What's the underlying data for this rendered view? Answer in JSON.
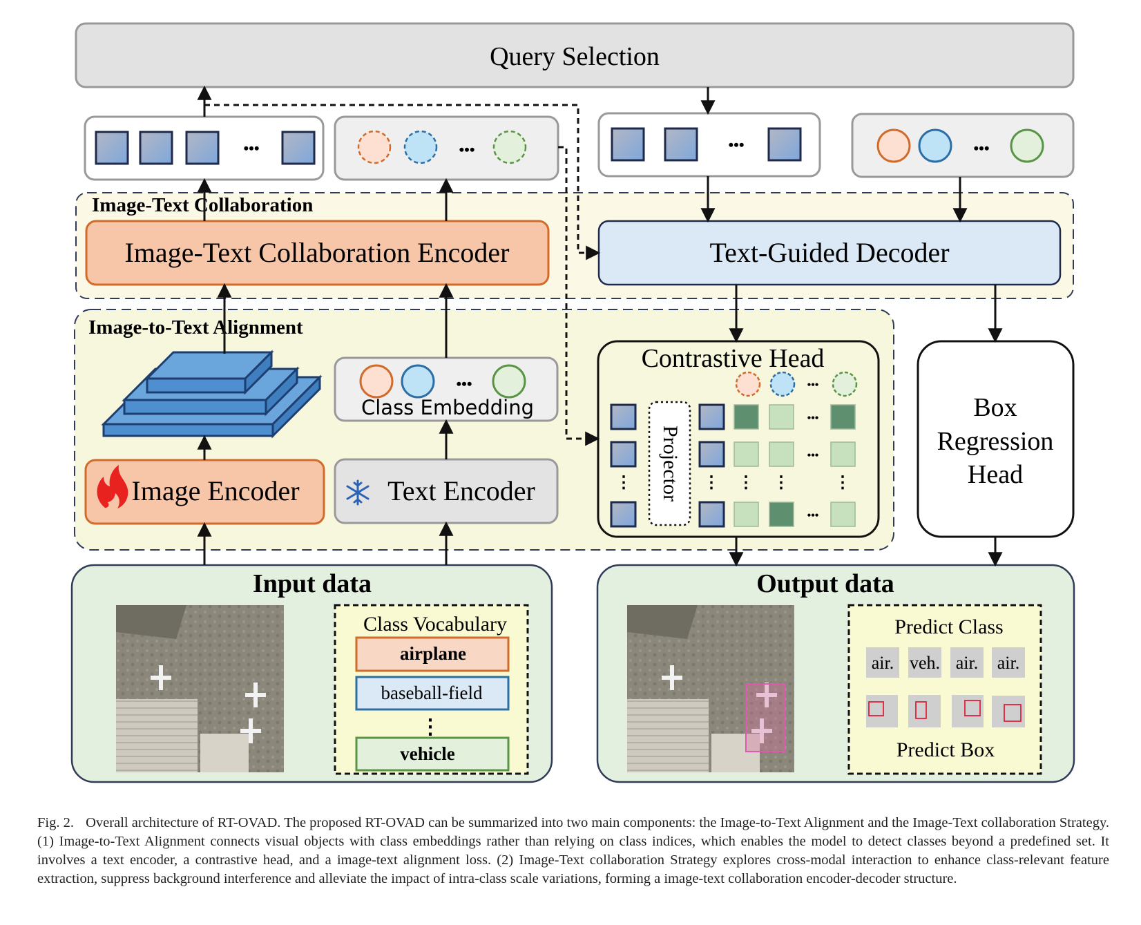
{
  "diagram": {
    "query_selection": "Query Selection",
    "collab_region_title": "Image-Text Collaboration",
    "align_region_title": "Image-to-Text Alignment",
    "collab_encoder": "Image-Text Collaboration Encoder",
    "text_decoder": "Text-Guided Decoder",
    "contrastive_head": "Contrastive Head",
    "projector": "Projector",
    "box_head_lines": [
      "Box",
      "Regression",
      "Head"
    ],
    "class_embedding": "Class Embedding",
    "image_encoder": "Image Encoder",
    "text_encoder": "Text Encoder",
    "input_title": "Input data",
    "output_title": "Output data",
    "vocab_title": "Class Vocabulary",
    "vocab_items": [
      "airplane",
      "baseball-field",
      "vehicle"
    ],
    "predict_class_title": "Predict Class",
    "predict_classes": [
      "air.",
      "veh.",
      "air.",
      "air."
    ],
    "predict_box_title": "Predict Box",
    "ellipsis": "•••",
    "icons": {
      "fire": "fire-icon",
      "snowflake": "snowflake-icon"
    },
    "colors": {
      "orange_fill": "#f7c6a8",
      "orange_stroke": "#d06b2b",
      "blue_fill": "#dbe9f6",
      "grey_fill": "#e3e3e3",
      "green_panel": "#e3efdf",
      "yellow_region": "#fcf8e6",
      "green_dark": "#5e8f6e",
      "green_light": "#c7e0bd"
    }
  },
  "caption": {
    "label": "Fig. 2.",
    "text": "Overall architecture of RT-OVAD. The proposed RT-OVAD can be summarized into two main components: the Image-to-Text Alignment and the Image-Text collaboration Strategy. (1) Image-to-Text Alignment connects visual objects with class embeddings rather than relying on class indices, which enables the model to detect classes beyond a predefined set. It involves a text encoder, a contrastive head, and a image-text alignment loss. (2) Image-Text collaboration Strategy explores cross-modal interaction to enhance class-relevant feature extraction, suppress background interference and alleviate the impact of intra-class scale variations, forming a image-text collaboration encoder-decoder structure."
  }
}
